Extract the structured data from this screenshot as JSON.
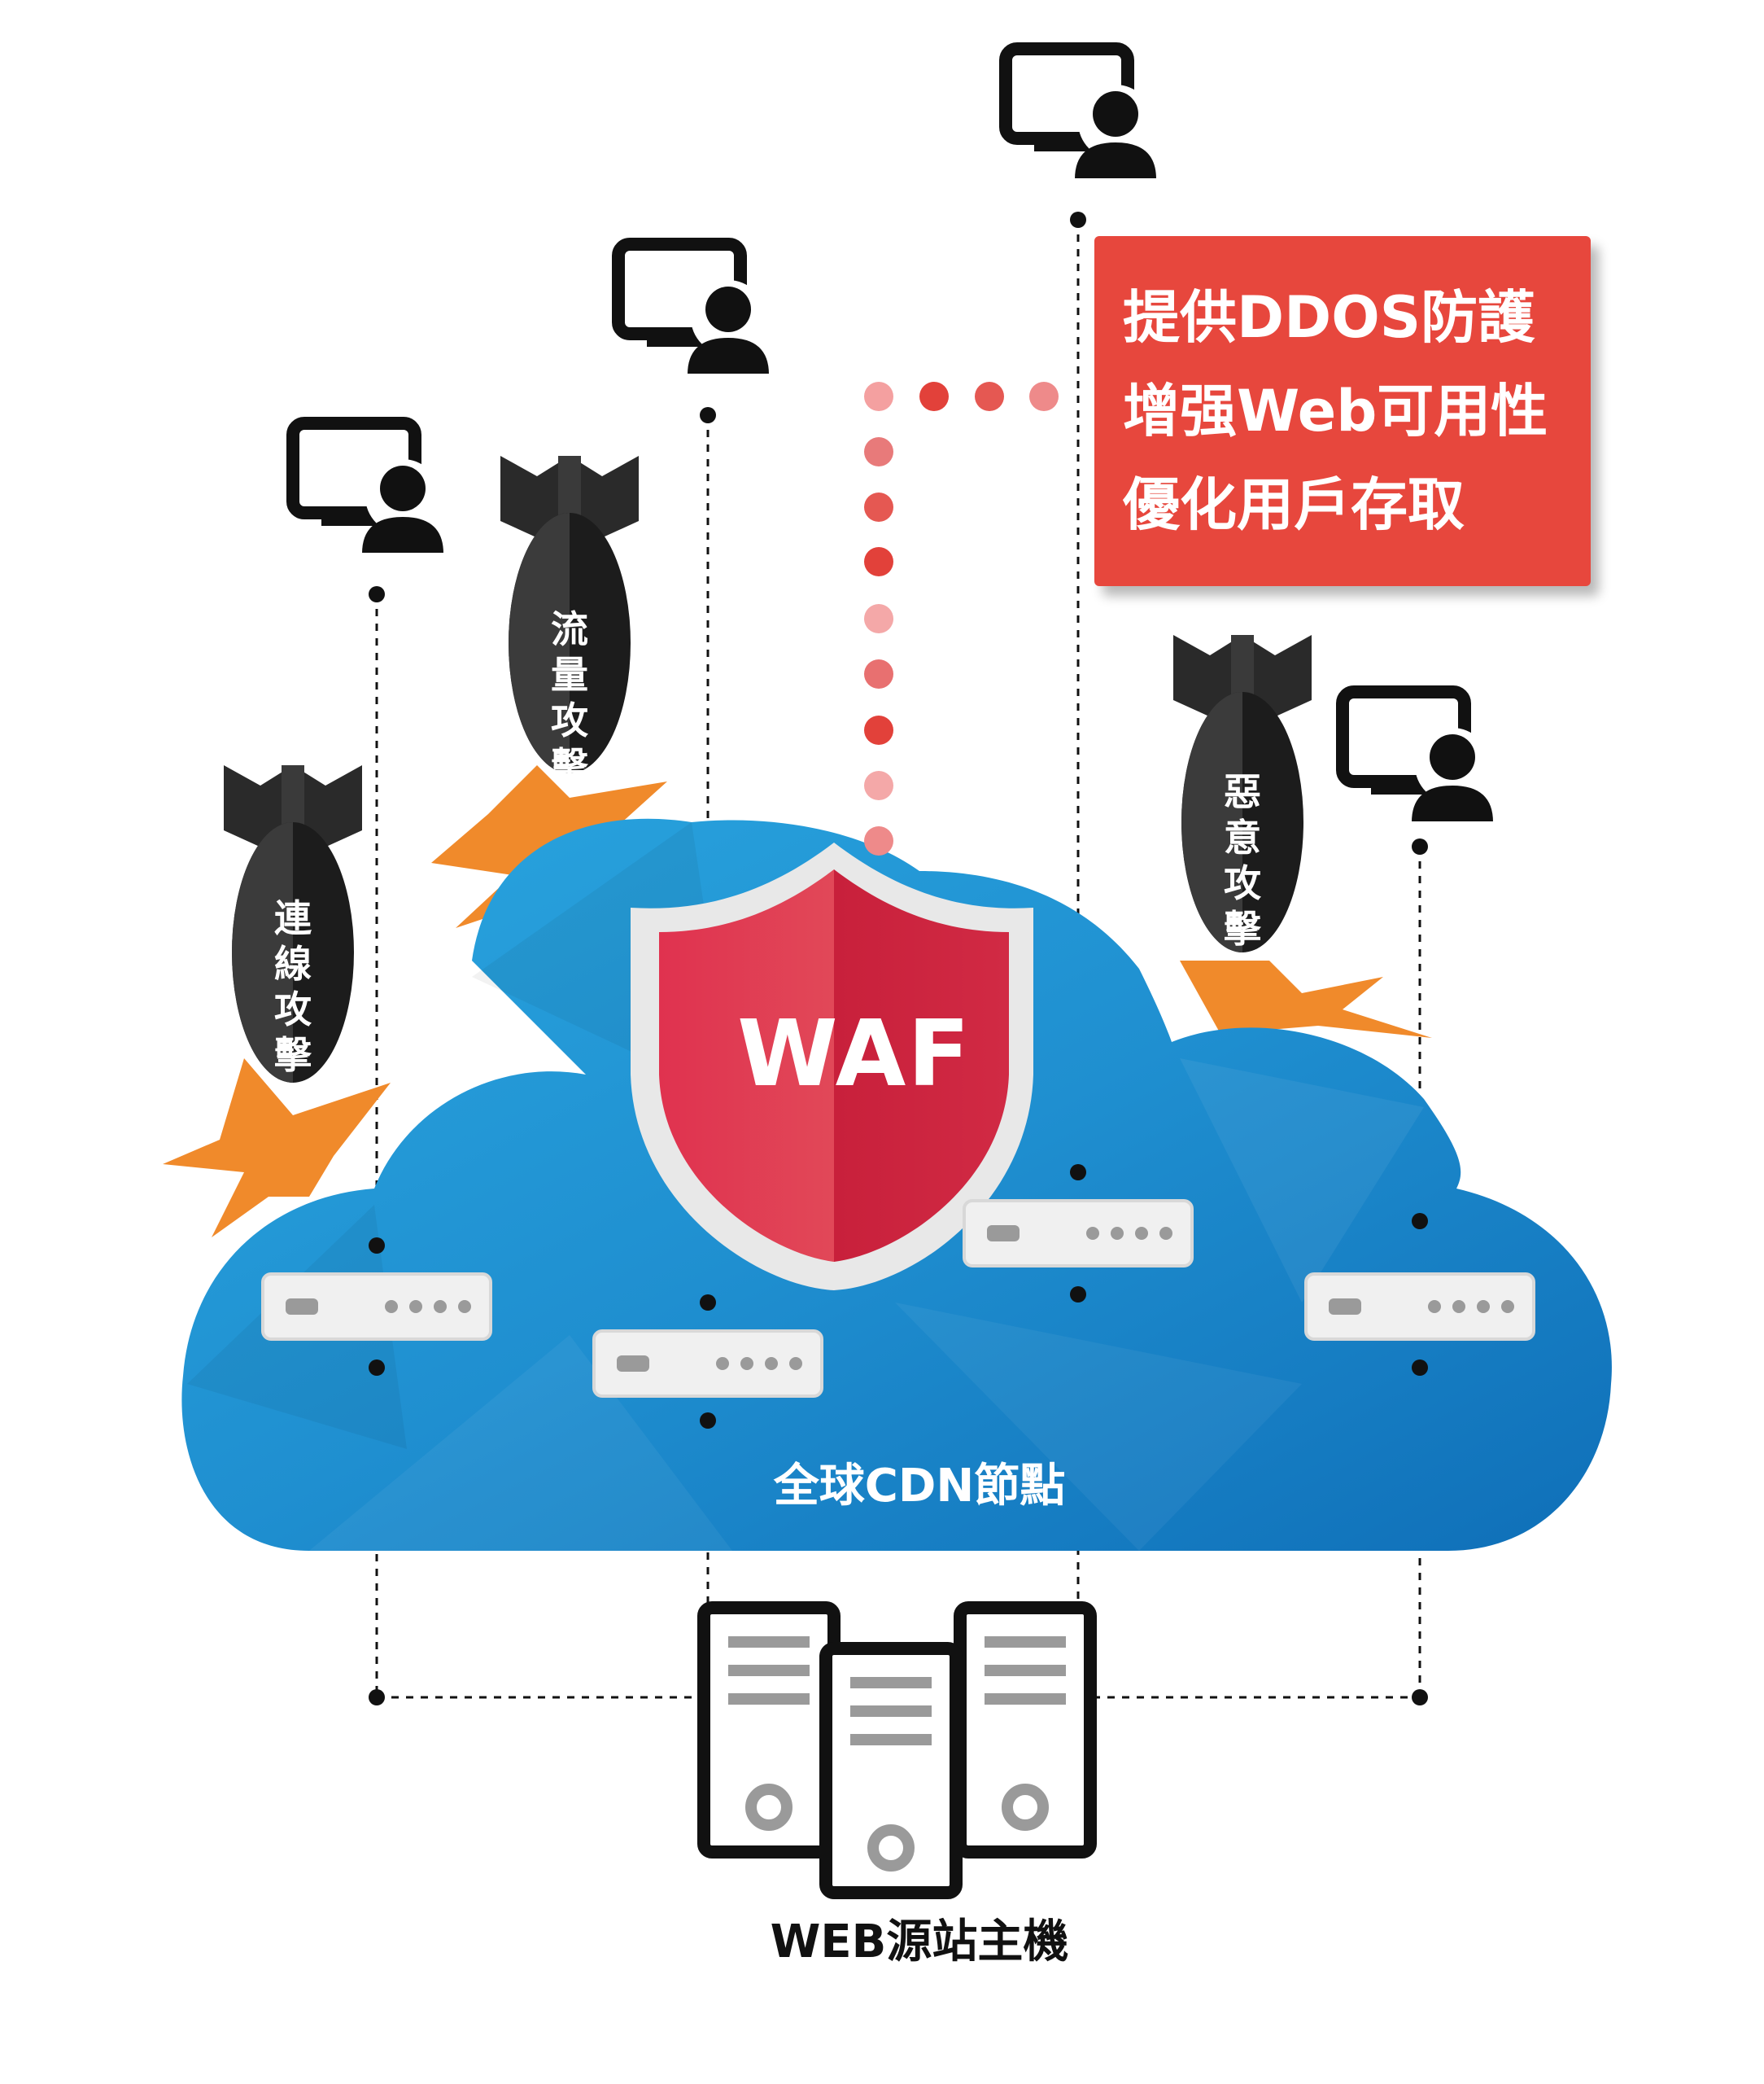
{
  "feature_box": {
    "lines": [
      "提供DDOS防護",
      "增强Web可用性",
      "優化用戶存取"
    ],
    "color": "#e7473d"
  },
  "shield": {
    "label": "WAF",
    "color": "#d42845"
  },
  "cloud": {
    "label": "全球CDN節點",
    "color": "#2a9ad6"
  },
  "origin": {
    "label": "WEB源站主機"
  },
  "attacks": [
    {
      "label": "連\n線\n攻\n擊"
    },
    {
      "label": "流\n量\n攻\n擊"
    },
    {
      "label": "惡\n意\n攻\n擊"
    }
  ],
  "icons": [
    "user-monitor-icon",
    "bomb-icon",
    "server-node-icon",
    "server-rack-icon",
    "shield-icon"
  ]
}
